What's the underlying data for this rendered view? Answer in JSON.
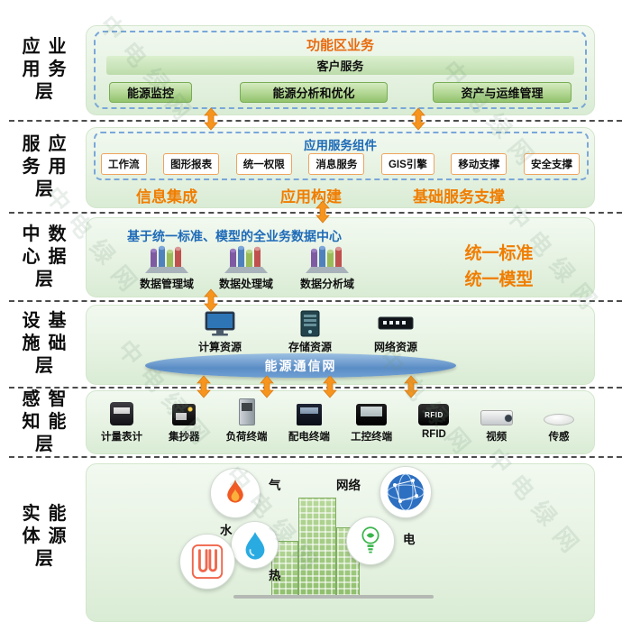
{
  "watermark": {
    "text": "中电绿网"
  },
  "colors": {
    "accent_orange": "#f07d00",
    "title_blue": "#1e6bb8",
    "panel_green": "#e6f2e2",
    "button_green": "#93c46d",
    "network_blue": "#5b8dc6"
  },
  "layers": {
    "l1": {
      "name": "业务应用层",
      "label_lines": [
        "应业",
        "用务",
        "层"
      ],
      "title": "功能区业务",
      "customer_bar": "客户服务",
      "buttons": [
        "能源监控",
        "能源分析和优化",
        "资产与运维管理"
      ]
    },
    "l2": {
      "name": "应用服务层",
      "label_lines": [
        "服应",
        "务用",
        "层"
      ],
      "title": "应用服务组件",
      "components": [
        "工作流",
        "图形报表",
        "统一权限",
        "消息服务",
        "GIS引擎",
        "移动支撑",
        "安全支撑"
      ],
      "functions": [
        "信息集成",
        "应用构建",
        "基础服务支撑"
      ]
    },
    "l3": {
      "name": "数据中心层",
      "label_lines": [
        "中数",
        "心据",
        "层"
      ],
      "title": "基于统一标准、模型的全业务数据中心",
      "domains": [
        "数据管理域",
        "数据处理域",
        "数据分析域"
      ],
      "standards": [
        "统一标准",
        "统一模型"
      ]
    },
    "l4": {
      "name": "基础设施层",
      "label_lines": [
        "设基",
        "施础",
        "层"
      ],
      "resources": [
        "计算资源",
        "存储资源",
        "网络资源"
      ],
      "network": "能源通信网"
    },
    "l5": {
      "name": "智能感知层",
      "label_lines": [
        "感智",
        "知能",
        "层"
      ],
      "devices": [
        "计量表计",
        "集抄器",
        "负荷终端",
        "配电终端",
        "工控终端",
        "RFID",
        "视频",
        "传感"
      ]
    },
    "l6": {
      "name": "能源实体层",
      "label_lines": [
        "实能",
        "体源",
        "层"
      ],
      "entities": [
        "气",
        "网络",
        "水",
        "电",
        "热"
      ]
    }
  }
}
